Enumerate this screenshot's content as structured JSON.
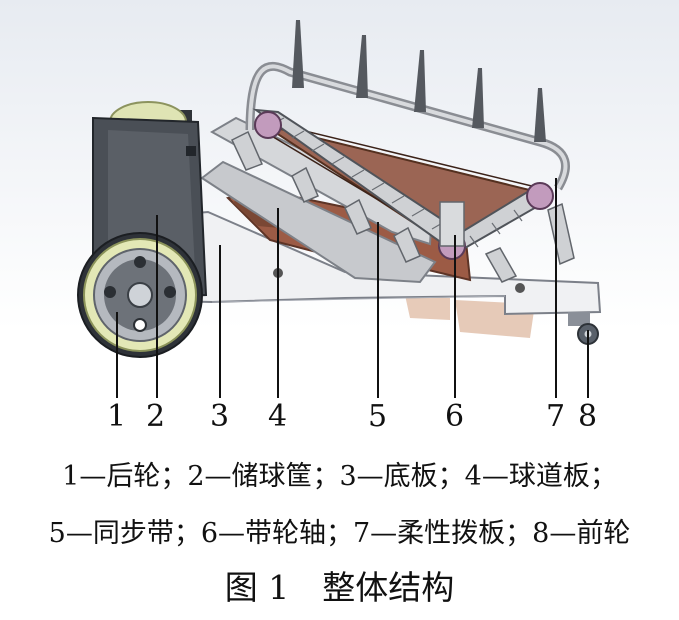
{
  "labels": [
    "1",
    "2",
    "3",
    "4",
    "5",
    "6",
    "7",
    "8"
  ],
  "legend_line1": "1—后轮；2—储球筐；3—底板；4—球道板；",
  "legend_line2": "5—同步带；6—带轮轴；7—柔性拨板；8—前轮",
  "caption": "图 1　整体结构"
}
